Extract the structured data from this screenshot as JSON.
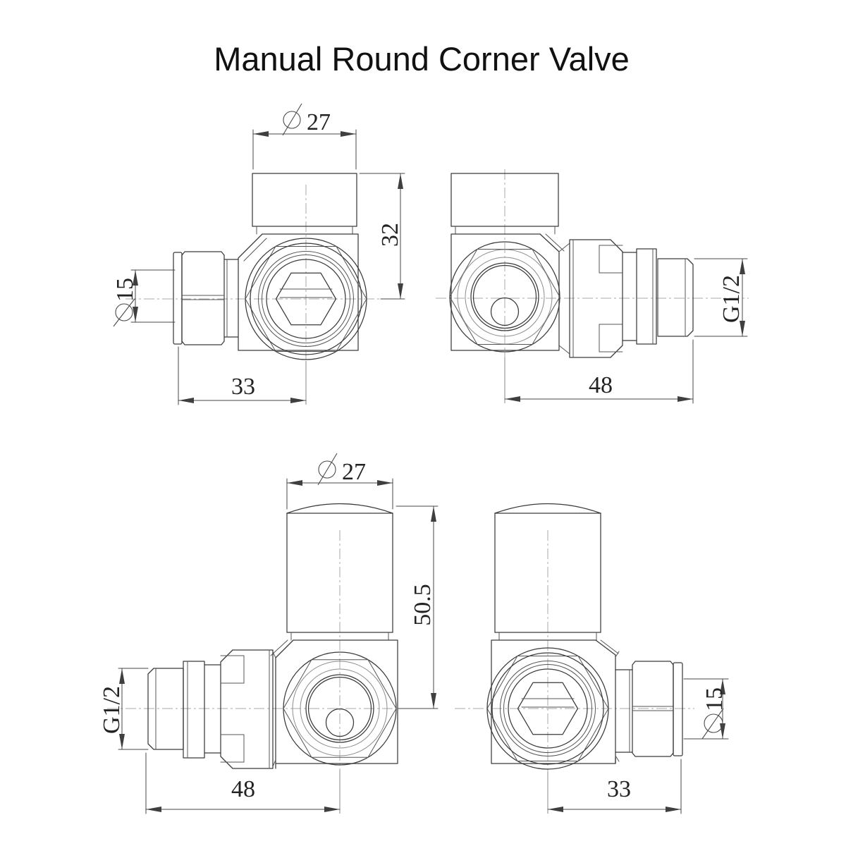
{
  "title": "Manual Round Corner Valve",
  "drawing": {
    "views": {
      "top_left": {
        "label": "top-left view",
        "dim_top": {
          "symbol": "Ø",
          "value": "27"
        },
        "dim_right": {
          "value": "32"
        },
        "dim_left": {
          "symbol": "Ø",
          "value": "15"
        },
        "dim_bottom": {
          "value": "33"
        }
      },
      "top_right": {
        "label": "top-right view",
        "dim_right": {
          "value": "G1/2"
        },
        "dim_bottom": {
          "value": "48"
        }
      },
      "bottom_left": {
        "label": "bottom-left view",
        "dim_top": {
          "symbol": "Ø",
          "value": "27"
        },
        "dim_right": {
          "value": "50.5"
        },
        "dim_left": {
          "value": "G1/2"
        },
        "dim_bottom": {
          "value": "48"
        }
      },
      "bottom_right": {
        "label": "bottom-right view",
        "dim_right": {
          "symbol": "Ø",
          "value": "15"
        },
        "dim_bottom": {
          "value": "33"
        }
      }
    }
  }
}
